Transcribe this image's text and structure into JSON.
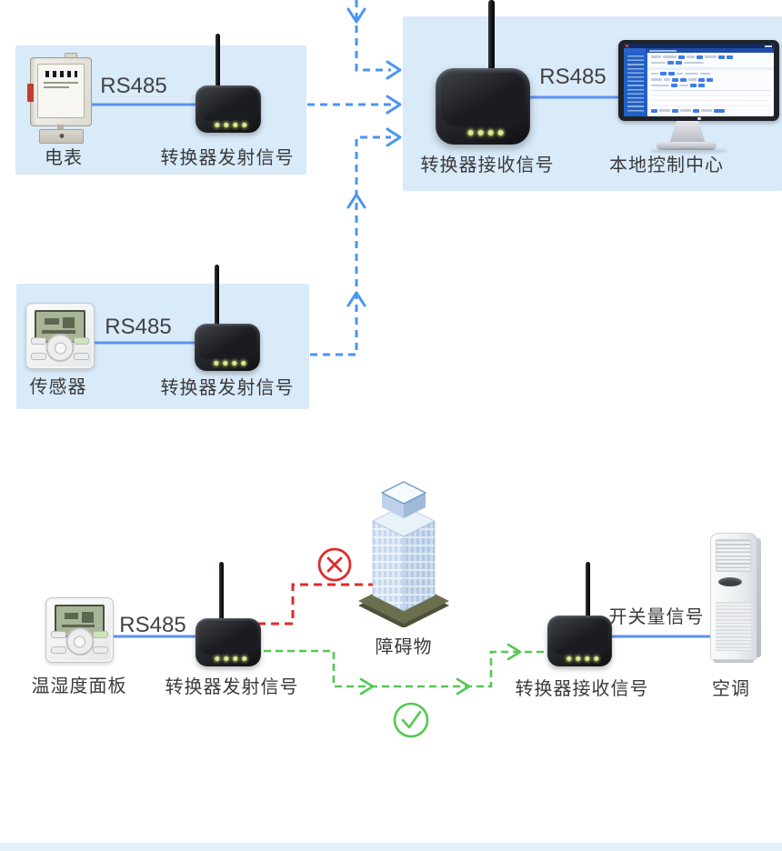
{
  "colors": {
    "box_bg": "#d9eaf9",
    "line_blue": "#5b91f0",
    "dash_blue": "#4b94f2",
    "dash_red": "#e02b2b",
    "dash_green": "#54c854",
    "led": "#dfe98c",
    "ink": "#3a3a3a",
    "bottom_strip": "#e3eff9"
  },
  "sections": {
    "meter_tx": {
      "device_label": "电表",
      "bus_label": "RS485",
      "converter_label": "转换器发射信号"
    },
    "sensor_tx": {
      "device_label": "传感器",
      "bus_label": "RS485",
      "converter_label": "转换器发射信号"
    },
    "control_rx": {
      "converter_label": "转换器接收信号",
      "bus_label": "RS485",
      "device_label": "本地控制中心"
    },
    "obstacle_demo": {
      "device_label": "温湿度面板",
      "bus_label": "RS485",
      "converter_tx_label": "转换器发射信号",
      "obstacle_label": "障碍物",
      "converter_rx_label": "转换器接收信号",
      "signal_label": "开关量信号",
      "ac_label": "空调"
    }
  },
  "icons": {
    "blocked_icon": "✕",
    "ok_icon": "✓"
  }
}
